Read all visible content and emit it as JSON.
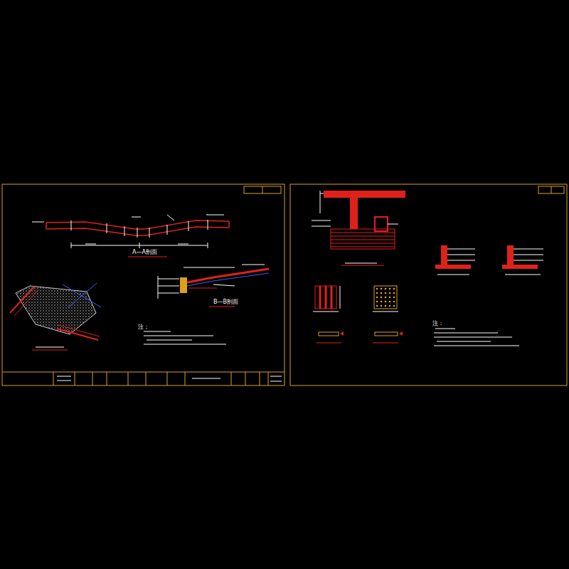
{
  "diagram": {
    "labels": [
      "A—A剖面",
      "B—B剖面",
      "注：",
      "注："
    ]
  }
}
